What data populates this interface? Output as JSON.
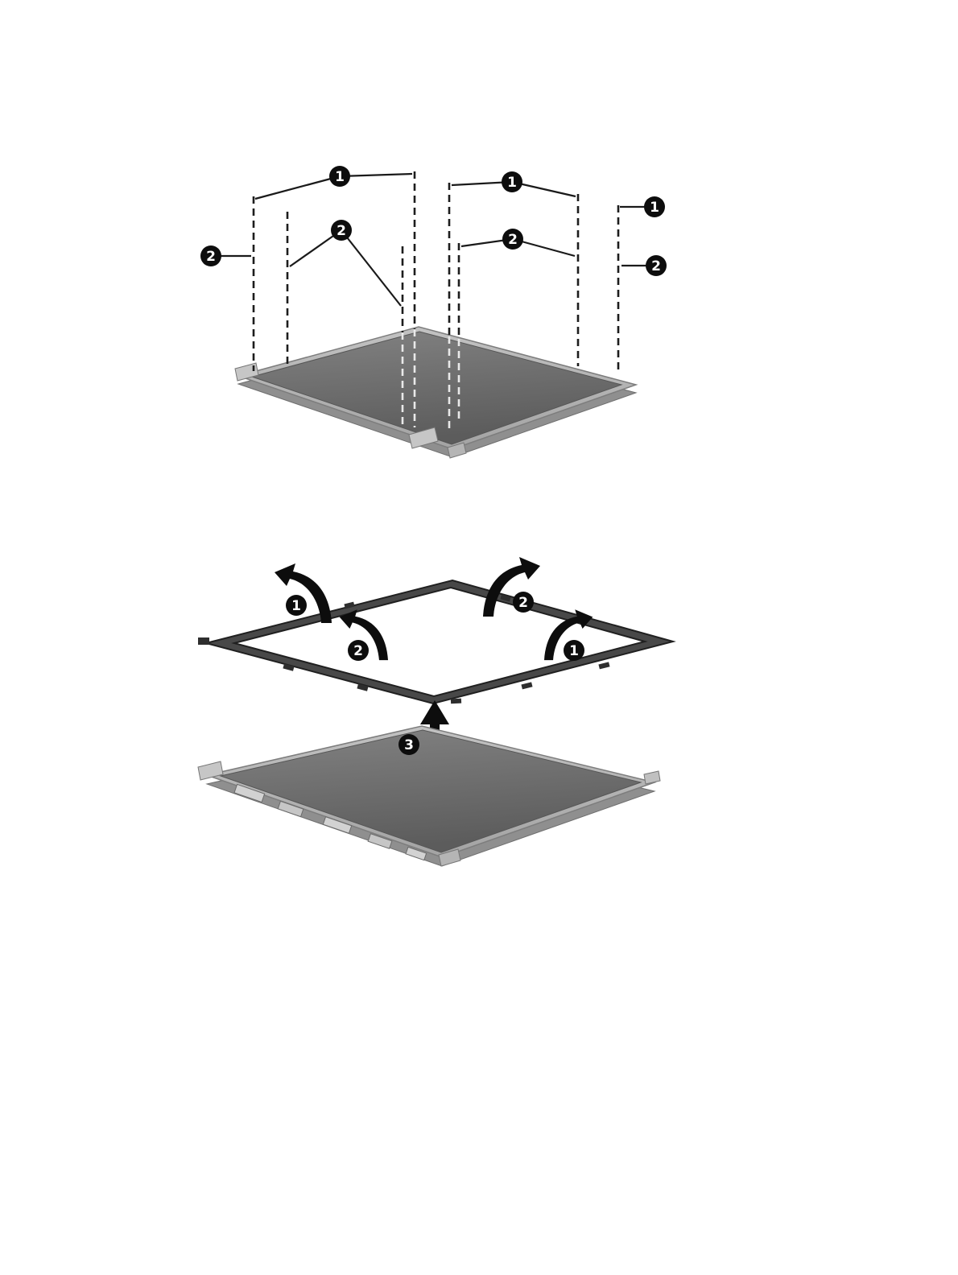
{
  "figure": {
    "description": "exploded-view-display-assembly-diagrams",
    "background": "#ffffff"
  },
  "colors": {
    "line": "#1a1a1a",
    "callout_bg": "#0d0d0d",
    "callout_text": "#ffffff",
    "panel_frame": "#b3b3b3",
    "panel_face_dark": "#636363",
    "bezel_dark": "#484848",
    "screw_dash_white": "#e9e9e9"
  },
  "top_diagram": {
    "name": "display-panel-screw-removal",
    "callouts": [
      {
        "label": "1"
      },
      {
        "label": "2"
      },
      {
        "label": "1"
      },
      {
        "label": "2"
      },
      {
        "label": "1"
      },
      {
        "label": "2"
      },
      {
        "label": "2"
      }
    ]
  },
  "bottom_diagram": {
    "name": "display-bezel-removal",
    "callouts": [
      {
        "label": "1"
      },
      {
        "label": "2"
      },
      {
        "label": "2"
      },
      {
        "label": "1"
      },
      {
        "label": "3"
      }
    ]
  }
}
